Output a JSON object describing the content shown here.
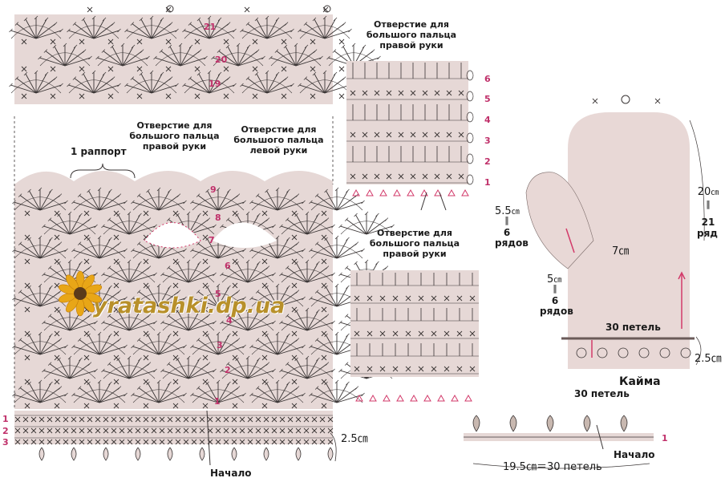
{
  "left_chart": {
    "rapport_label": "1 раппорт",
    "thumb_hole_right": "Отверстие для большого пальца правой руки",
    "thumb_hole_left": "Отверстие для большого пальца левой руки",
    "row_numbers_top": [
      "21",
      "20",
      "19"
    ],
    "row_numbers_main": [
      "9",
      "8",
      "7",
      "6",
      "5",
      "4",
      "3",
      "2",
      "1"
    ],
    "edge_rows": [
      "1",
      "2",
      "3"
    ],
    "width_label": "2.5㎝",
    "start_label": "Начало"
  },
  "thumb_chart_top": {
    "title": "Отверстие для большого пальца правой руки",
    "row_numbers": [
      "6",
      "5",
      "4",
      "3",
      "2",
      "1"
    ]
  },
  "thumb_chart_bottom": {
    "title": "Отверстие для большого пальца правой руки"
  },
  "mitten": {
    "length_cm": "20",
    "length_eq": "‖",
    "length_rows": "21",
    "length_rows_unit": "ряд",
    "thumb_cm": "5.5",
    "thumb_eq": "‖",
    "thumb_rows": "6",
    "thumb_rows_unit": "рядов",
    "thumb_width": "7㎝",
    "lower_cm": "5",
    "lower_eq": "‖",
    "lower_rows": "6",
    "lower_rows_unit": "рядов",
    "cuff_width": "2.5㎝",
    "stitches_label": "30 петель",
    "border_label": "Кайма",
    "border_stitches": "30 петель",
    "unit_cm": "㎝"
  },
  "edging": {
    "row_number": "1",
    "start_label": "Начало",
    "width_label": "19.5㎝＝30 петель"
  },
  "watermark": "yratashki.dp.ua",
  "colors": {
    "chart_bg": "#e6d8d6",
    "line": "#3a3535",
    "accent": "#d23a6a",
    "mitten_fill": "#e8d8d6"
  }
}
